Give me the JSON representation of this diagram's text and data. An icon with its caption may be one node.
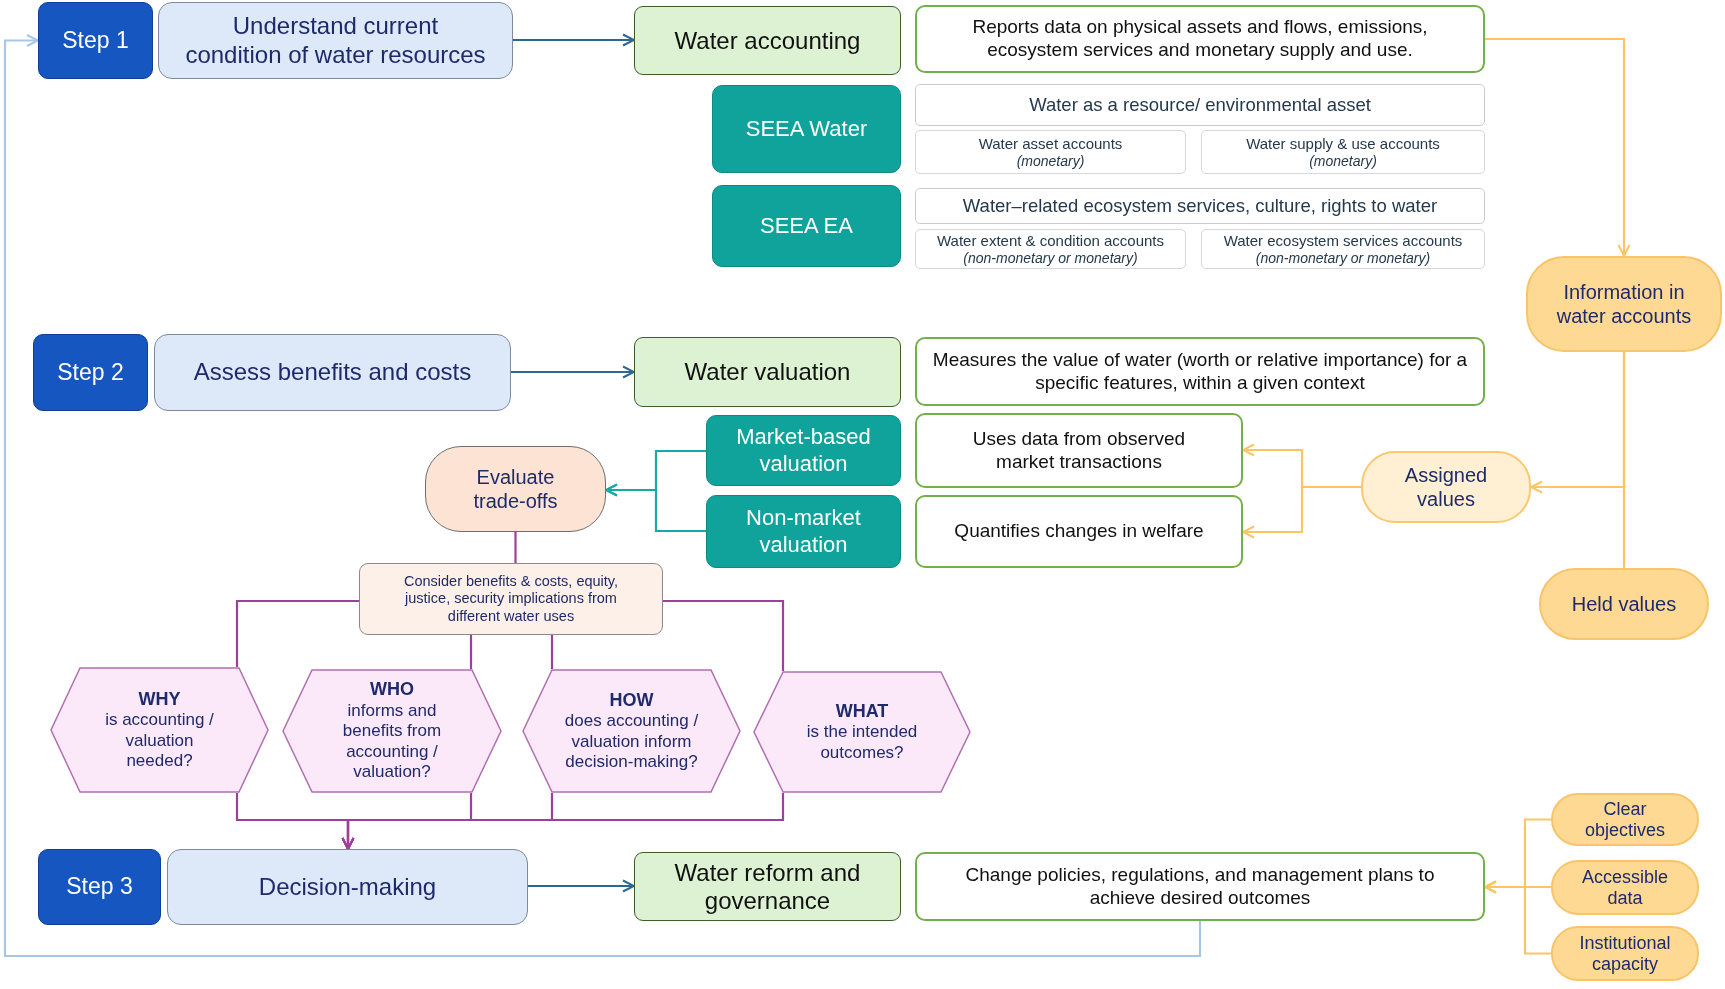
{
  "diagram": {
    "nodes": [
      {
        "text": [
          "Step 1"
        ]
      },
      {
        "text": [
          "Understand current condition of water resources"
        ]
      },
      {
        "text": [
          "Water accounting"
        ]
      },
      {
        "text": [
          "Reports data on physical assets and flows, emissions, ecosystem services and monetary supply and use."
        ]
      },
      {
        "text": [
          "SEEA Water"
        ]
      },
      {
        "text": [
          "Water as a resource/ environmental asset"
        ]
      },
      {
        "text": [
          "Water asset accounts",
          "(monetary)"
        ]
      },
      {
        "text": [
          "Water supply & use accounts",
          "(monetary)"
        ]
      },
      {
        "text": [
          "SEEA EA"
        ]
      },
      {
        "text": [
          "Water–related ecosystem services, culture, rights to water"
        ]
      },
      {
        "text": [
          "Water extent & condition accounts",
          "(non-monetary or monetary)"
        ]
      },
      {
        "text": [
          "Water ecosystem services accounts",
          "(non-monetary or monetary)"
        ]
      },
      {
        "text": [
          "Information in water accounts"
        ]
      },
      {
        "text": [
          "Step 2"
        ]
      },
      {
        "text": [
          "Assess benefits and costs"
        ]
      },
      {
        "text": [
          "Water valuation"
        ]
      },
      {
        "text": [
          "Measures the value of water (worth or relative importance) for a specific features, within a given context"
        ]
      },
      {
        "text": [
          "Evaluate trade-offs"
        ]
      },
      {
        "text": [
          "Market-based valuation"
        ]
      },
      {
        "text": [
          "Uses data from observed market transactions"
        ]
      },
      {
        "text": [
          "Assigned values"
        ]
      },
      {
        "text": [
          "Non-market valuation"
        ]
      },
      {
        "text": [
          "Quantifies changes in welfare"
        ]
      },
      {
        "text": [
          "Held values"
        ]
      },
      {
        "text": [
          "Consider benefits & costs, equity, justice, security implications from different water uses"
        ]
      },
      {
        "text": [
          "WHY",
          "is accounting / valuation needed?"
        ]
      },
      {
        "text": [
          "WHO",
          "informs and benefits from accounting / valuation?"
        ]
      },
      {
        "text": [
          "HOW",
          "does accounting / valuation inform decision-making?"
        ]
      },
      {
        "text": [
          "WHAT",
          "is the intended outcomes?"
        ]
      },
      {
        "text": [
          "Step 3"
        ]
      },
      {
        "text": [
          "Decision-making"
        ]
      },
      {
        "text": [
          "Water reform and governance"
        ]
      },
      {
        "text": [
          "Change policies, regulations, and management plans to achieve desired outcomes"
        ]
      },
      {
        "text": [
          "Clear objectives"
        ]
      },
      {
        "text": [
          "Accessible data"
        ]
      },
      {
        "text": [
          "Institutional capacity"
        ]
      }
    ],
    "edges": [
      {
        "from": 1,
        "to": 2,
        "arrow": "to",
        "color": "#2c6792"
      },
      {
        "from": 3,
        "to": 12,
        "arrow": "to",
        "color": "#fbc566"
      },
      {
        "from": 14,
        "to": 15,
        "arrow": "to",
        "color": "#2c6792"
      },
      {
        "from": 12,
        "to": 20,
        "arrow": "to",
        "color": "#fbc566"
      },
      {
        "from": 12,
        "to": 23,
        "arrow": "none",
        "color": "#fbc566"
      },
      {
        "from": 20,
        "to": 19,
        "arrow": "to",
        "color": "#fbc566"
      },
      {
        "from": 20,
        "to": 22,
        "arrow": "to",
        "color": "#fbc566"
      },
      {
        "from": 18,
        "to": 17,
        "arrow": "to",
        "color": "#17aaa3"
      },
      {
        "from": 21,
        "to": 17,
        "arrow": "to",
        "color": "#17aaa3"
      },
      {
        "from": 17,
        "to": 24,
        "arrow": "none"
      },
      {
        "from": 24,
        "to": 25,
        "arrow": "none"
      },
      {
        "from": 24,
        "to": 26,
        "arrow": "none"
      },
      {
        "from": 24,
        "to": 27,
        "arrow": "none"
      },
      {
        "from": 24,
        "to": 28,
        "arrow": "none"
      },
      {
        "from": 25,
        "to": 30,
        "arrow": "to"
      },
      {
        "from": 26,
        "to": 30,
        "arrow": "to"
      },
      {
        "from": 27,
        "to": 30,
        "arrow": "to"
      },
      {
        "from": 28,
        "to": 30,
        "arrow": "to"
      },
      {
        "from": 30,
        "to": 31,
        "arrow": "to",
        "color": "#2c6792"
      },
      {
        "from": 32,
        "to": 0,
        "arrow": "to",
        "color": "#a8c7e6"
      },
      {
        "from": 33,
        "to": 32,
        "arrow": "to",
        "color": "#fbc566"
      },
      {
        "from": 34,
        "to": 32,
        "arrow": "to",
        "color": "#fbc566"
      },
      {
        "from": 35,
        "to": 32,
        "arrow": "to",
        "color": "#fbc566"
      }
    ]
  }
}
